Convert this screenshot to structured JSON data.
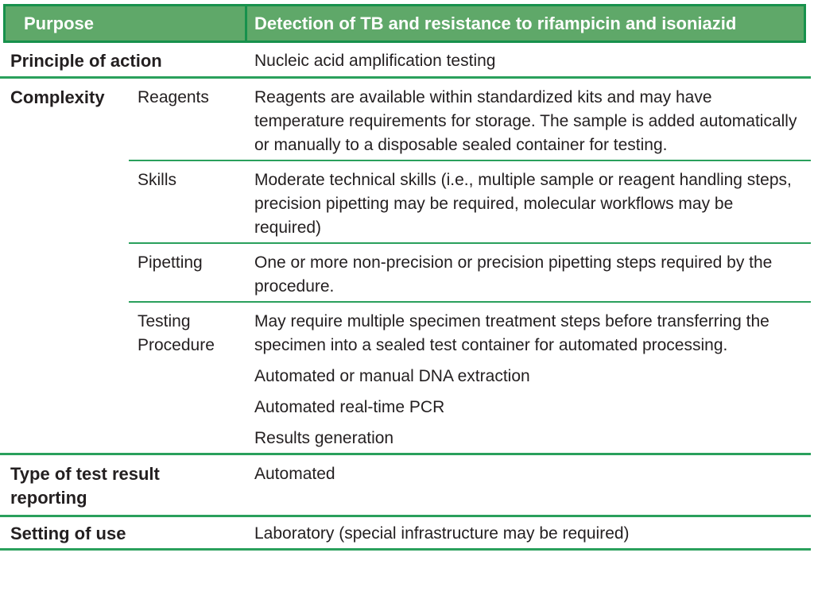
{
  "colors": {
    "header_fill": "#5fa869",
    "header_border": "#17914c",
    "rule_green": "#2aa05c",
    "text": "#231f20",
    "header_text": "#ffffff"
  },
  "table": {
    "header": {
      "purpose_label": "Purpose",
      "purpose_value": "Detection of TB and resistance to rifampicin and isoniazid"
    },
    "principle": {
      "label": "Principle of action",
      "value": "Nucleic acid amplification testing"
    },
    "complexity": {
      "label": "Complexity",
      "subrows": [
        {
          "name": "Reagents",
          "paragraphs": [
            "Reagents are available within standardized kits and may have temperature requirements for storage. The sample is added automatically or manually to a disposable sealed container for testing."
          ]
        },
        {
          "name": "Skills",
          "paragraphs": [
            "Moderate technical skills (i.e., multiple sample or reagent handling steps, precision pipetting may be required, molecular workflows may be required)"
          ]
        },
        {
          "name": "Pipetting",
          "paragraphs": [
            "One or more non-precision or precision pipetting steps required by the procedure."
          ]
        },
        {
          "name": "Testing Procedure",
          "paragraphs": [
            "May require multiple specimen treatment steps before transferring the specimen into a sealed test container for automated processing.",
            "Automated or manual DNA extraction",
            "Automated real-time PCR",
            "Results generation"
          ]
        }
      ]
    },
    "reporting": {
      "label": "Type of test result reporting",
      "value": "Automated"
    },
    "setting": {
      "label": "Setting of use",
      "value": "Laboratory (special infrastructure may be required)"
    }
  }
}
